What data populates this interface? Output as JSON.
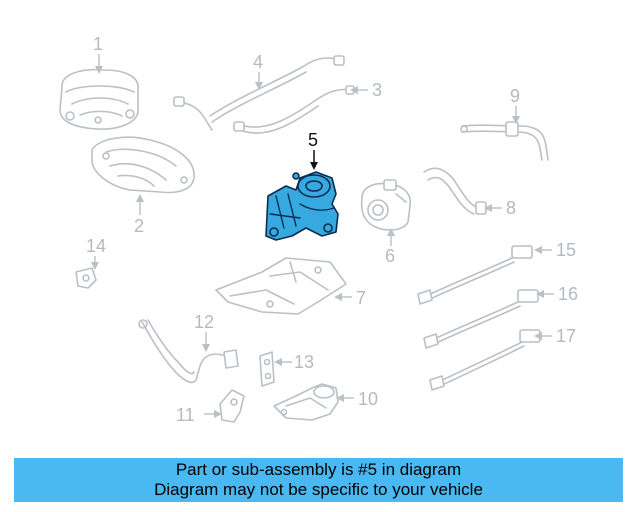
{
  "callouts": {
    "c1": "1",
    "c2": "2",
    "c3": "3",
    "c4": "4",
    "c5": "5",
    "c6": "6",
    "c7": "7",
    "c8": "8",
    "c9": "9",
    "c10": "10",
    "c11": "11",
    "c12": "12",
    "c13": "13",
    "c14": "14",
    "c15": "15",
    "c16": "16",
    "c17": "17"
  },
  "banner": {
    "line1": "Part or sub-assembly is #5 in diagram",
    "line2": "Diagram may not be specific to your vehicle"
  },
  "colors": {
    "highlight_fill": "#36a9e1",
    "highlight_outline": "#0d2c52",
    "ghost_line": "#b9c0c6",
    "banner": "#4ab9f2"
  }
}
